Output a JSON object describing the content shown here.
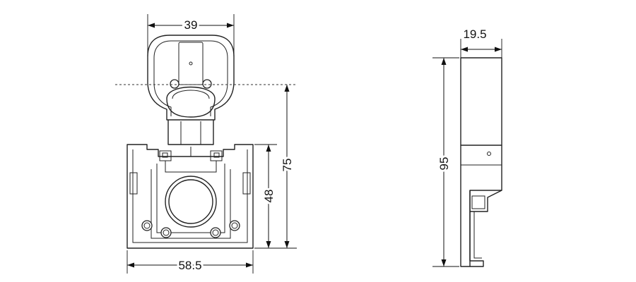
{
  "dimensions": {
    "top_width": "39",
    "bottom_width": "58.5",
    "body_height": "48",
    "total_to_centerline": "75",
    "side_height": "95",
    "side_depth": "19.5"
  },
  "colors": {
    "line": "#222222",
    "background": "#ffffff"
  }
}
